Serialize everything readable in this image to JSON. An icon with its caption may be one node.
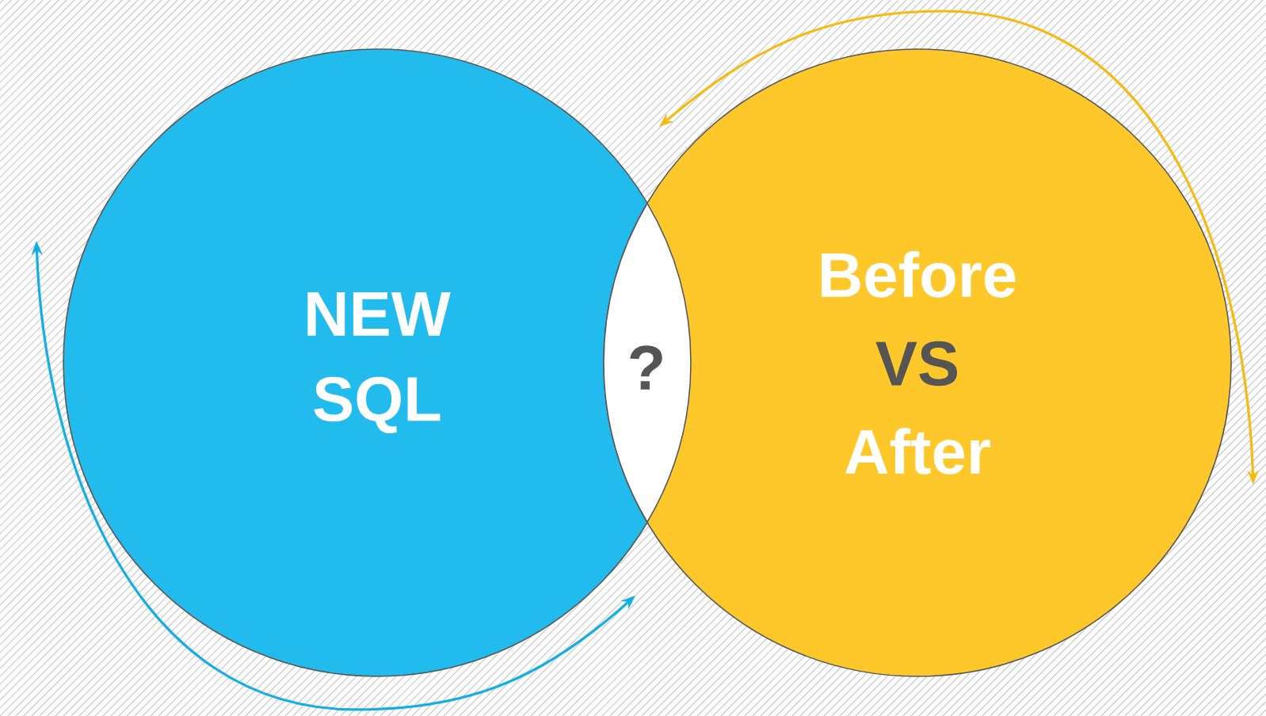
{
  "diagram": {
    "nodes": [
      {
        "text": [
          "NEW SQL"
        ]
      },
      {
        "text": [
          "Before",
          "VS",
          "After"
        ]
      },
      {
        "text": [
          "?"
        ]
      }
    ]
  }
}
